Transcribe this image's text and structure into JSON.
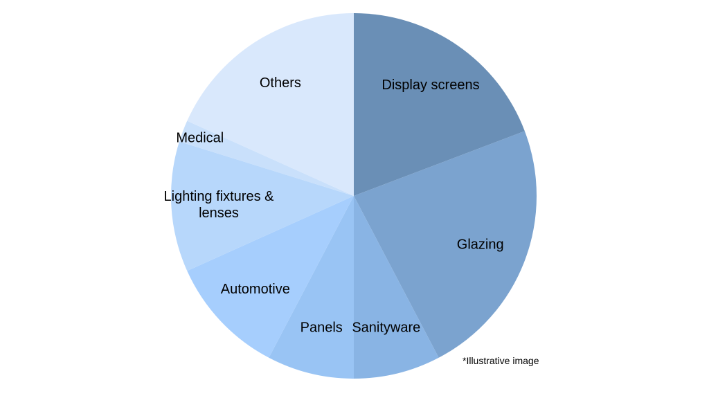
{
  "chart_data": {
    "type": "pie",
    "title": "",
    "slices": [
      {
        "label": "Display screens",
        "value": 20,
        "color": "#6a8fb6"
      },
      {
        "label": "Glazing",
        "value": 24,
        "color": "#7ba3cf"
      },
      {
        "label": "Sanityware",
        "value": 8,
        "color": "#89b4e4"
      },
      {
        "label": "Panels",
        "value": 8,
        "color": "#99c4f4"
      },
      {
        "label": "Automotive",
        "value": 11,
        "color": "#a6cefd"
      },
      {
        "label": "Lighting fixtures & lenses",
        "value": 12,
        "color": "#b7d7fb"
      },
      {
        "label": "Medical",
        "value": 2,
        "color": "#c9e0fb"
      },
      {
        "label": "Others",
        "value": 19,
        "color": "#d9e8fc"
      }
    ],
    "start_angle_deg": 0,
    "direction": "clockwise",
    "legend": "none",
    "data_labels": "category-name"
  },
  "note": "*Illustrative image"
}
